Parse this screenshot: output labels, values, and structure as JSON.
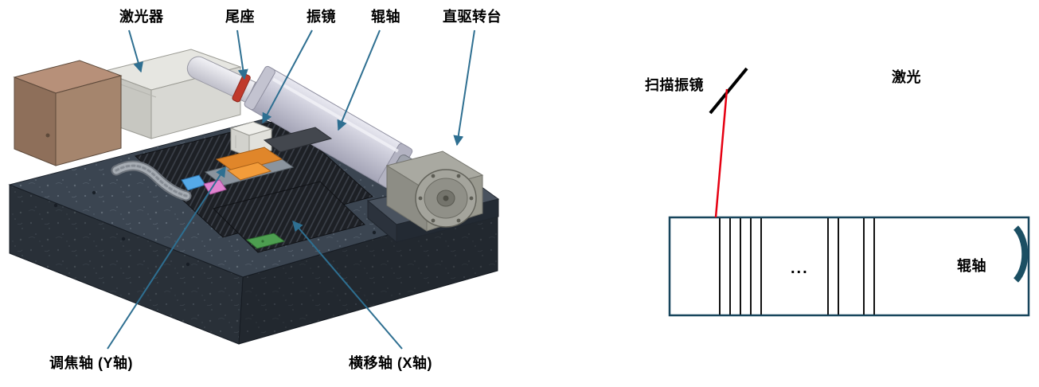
{
  "colors": {
    "callout_arrow": "#2e6f91",
    "laser_beam": "#e60012",
    "mirror": "#000000",
    "roller_box_border": "#17455c",
    "rotation_mark": "#1b4f63",
    "granite_base": "#3b4551"
  },
  "machine_view": {
    "labels": {
      "laser_device": "激光器",
      "tailstock": "尾座",
      "galvo": "振镜",
      "roller": "辊轴",
      "direct_drive_turntable": "直驱转台",
      "focus_axis_y": "调焦轴 (Y轴)",
      "traverse_axis_x": "横移轴 (X轴)"
    }
  },
  "schematic_view": {
    "labels": {
      "scanning_galvo": "扫描振镜",
      "laser": "激光",
      "roller": "辊轴",
      "ellipsis": "..."
    }
  }
}
